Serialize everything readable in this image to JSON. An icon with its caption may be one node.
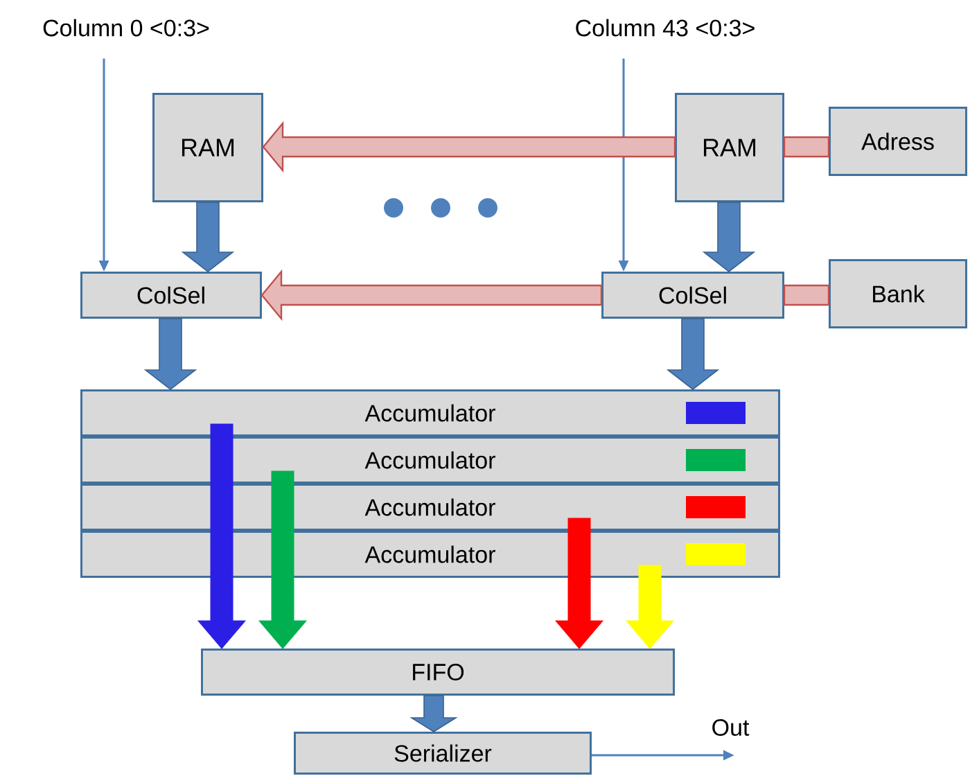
{
  "diagram": {
    "nodes": [
      {
        "text": [
          "Column 0 <0:3>"
        ]
      },
      {
        "text": [
          "Column 43 <0:3>"
        ]
      },
      {
        "text": [
          "RAM"
        ]
      },
      {
        "text": [
          "RAM"
        ]
      },
      {
        "text": [
          "Adress"
        ]
      },
      {
        "text": [
          "ColSel"
        ]
      },
      {
        "text": [
          "ColSel"
        ]
      },
      {
        "text": [
          "Bank"
        ]
      },
      {
        "text": [
          "Accumulator"
        ]
      },
      {
        "text": [
          "Accumulator"
        ]
      },
      {
        "text": [
          "Accumulator"
        ]
      },
      {
        "text": [
          "Accumulator"
        ]
      },
      {
        "text": [
          "FIFO"
        ]
      },
      {
        "text": [
          "Serializer"
        ]
      }
    ],
    "edges": [
      {
        "from": 0,
        "to": 5,
        "arrow": "to"
      },
      {
        "from": 1,
        "to": 6,
        "arrow": "to"
      },
      {
        "from": 4,
        "to": 3,
        "arrow": "none",
        "style": "thick",
        "color": "#c0504d"
      },
      {
        "from": 3,
        "to": 2,
        "arrow": "to",
        "style": "thick",
        "color": "#c0504d"
      },
      {
        "from": 7,
        "to": 6,
        "arrow": "none",
        "style": "thick",
        "color": "#c0504d"
      },
      {
        "from": 6,
        "to": 5,
        "arrow": "to",
        "style": "thick",
        "color": "#c0504d"
      },
      {
        "from": 2,
        "to": 5,
        "arrow": "to",
        "style": "thick"
      },
      {
        "from": 3,
        "to": 6,
        "arrow": "to",
        "style": "thick"
      },
      {
        "from": 5,
        "to": 8,
        "arrow": "to",
        "style": "thick"
      },
      {
        "from": 6,
        "to": 8,
        "arrow": "to",
        "style": "thick"
      },
      {
        "from": 8,
        "to": 12,
        "arrow": "to",
        "style": "thick",
        "color": "#2b1fe6"
      },
      {
        "from": 9,
        "to": 12,
        "arrow": "to",
        "style": "thick",
        "color": "#00b050"
      },
      {
        "from": 10,
        "to": 12,
        "arrow": "to",
        "style": "thick",
        "color": "#ff0000"
      },
      {
        "from": 11,
        "to": 12,
        "arrow": "to",
        "style": "thick",
        "color": "#ffff00"
      },
      {
        "from": 12,
        "to": 13,
        "arrow": "to",
        "style": "thick"
      },
      {
        "from": 13,
        "to": null,
        "arrow": "to",
        "label": "Out"
      }
    ]
  }
}
